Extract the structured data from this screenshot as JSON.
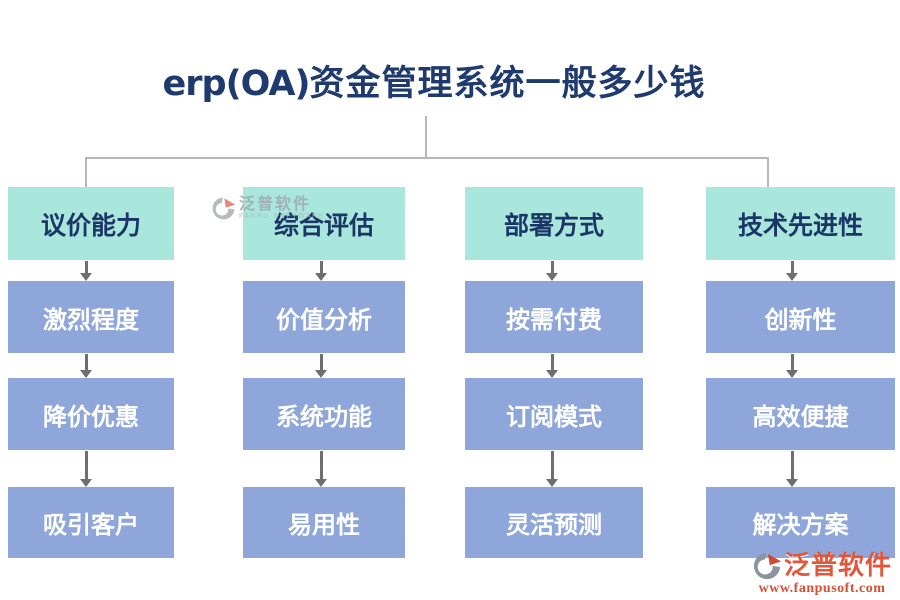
{
  "title": {
    "prefix": "erp(OA)",
    "main": "资金管理系统一般多少钱"
  },
  "columns": [
    {
      "header": "议价能力",
      "items": [
        "激烈程度",
        "降价优惠",
        "吸引客户"
      ]
    },
    {
      "header": "综合评估",
      "items": [
        "价值分析",
        "系统功能",
        "易用性"
      ]
    },
    {
      "header": "部署方式",
      "items": [
        "按需付费",
        "订阅模式",
        "灵活预测"
      ]
    },
    {
      "header": "技术先进性",
      "items": [
        "创新性",
        "高效便捷",
        "解决方案"
      ]
    }
  ],
  "watermark": {
    "brand": "泛普软件",
    "subtitle": "FANPU SOFTWARE"
  },
  "footer_logo": {
    "brand": "泛普软件",
    "url": "www.fanpusoft.com"
  },
  "colors": {
    "header_bg": "#a9e6dc",
    "item_bg": "#8ea6da",
    "title_text": "#1f3a6e",
    "header_text": "#1b3666",
    "item_text": "#ffffff",
    "arrow": "#6f6f6f",
    "connector": "#b8b8b8",
    "brand_red": "#e2573b"
  }
}
